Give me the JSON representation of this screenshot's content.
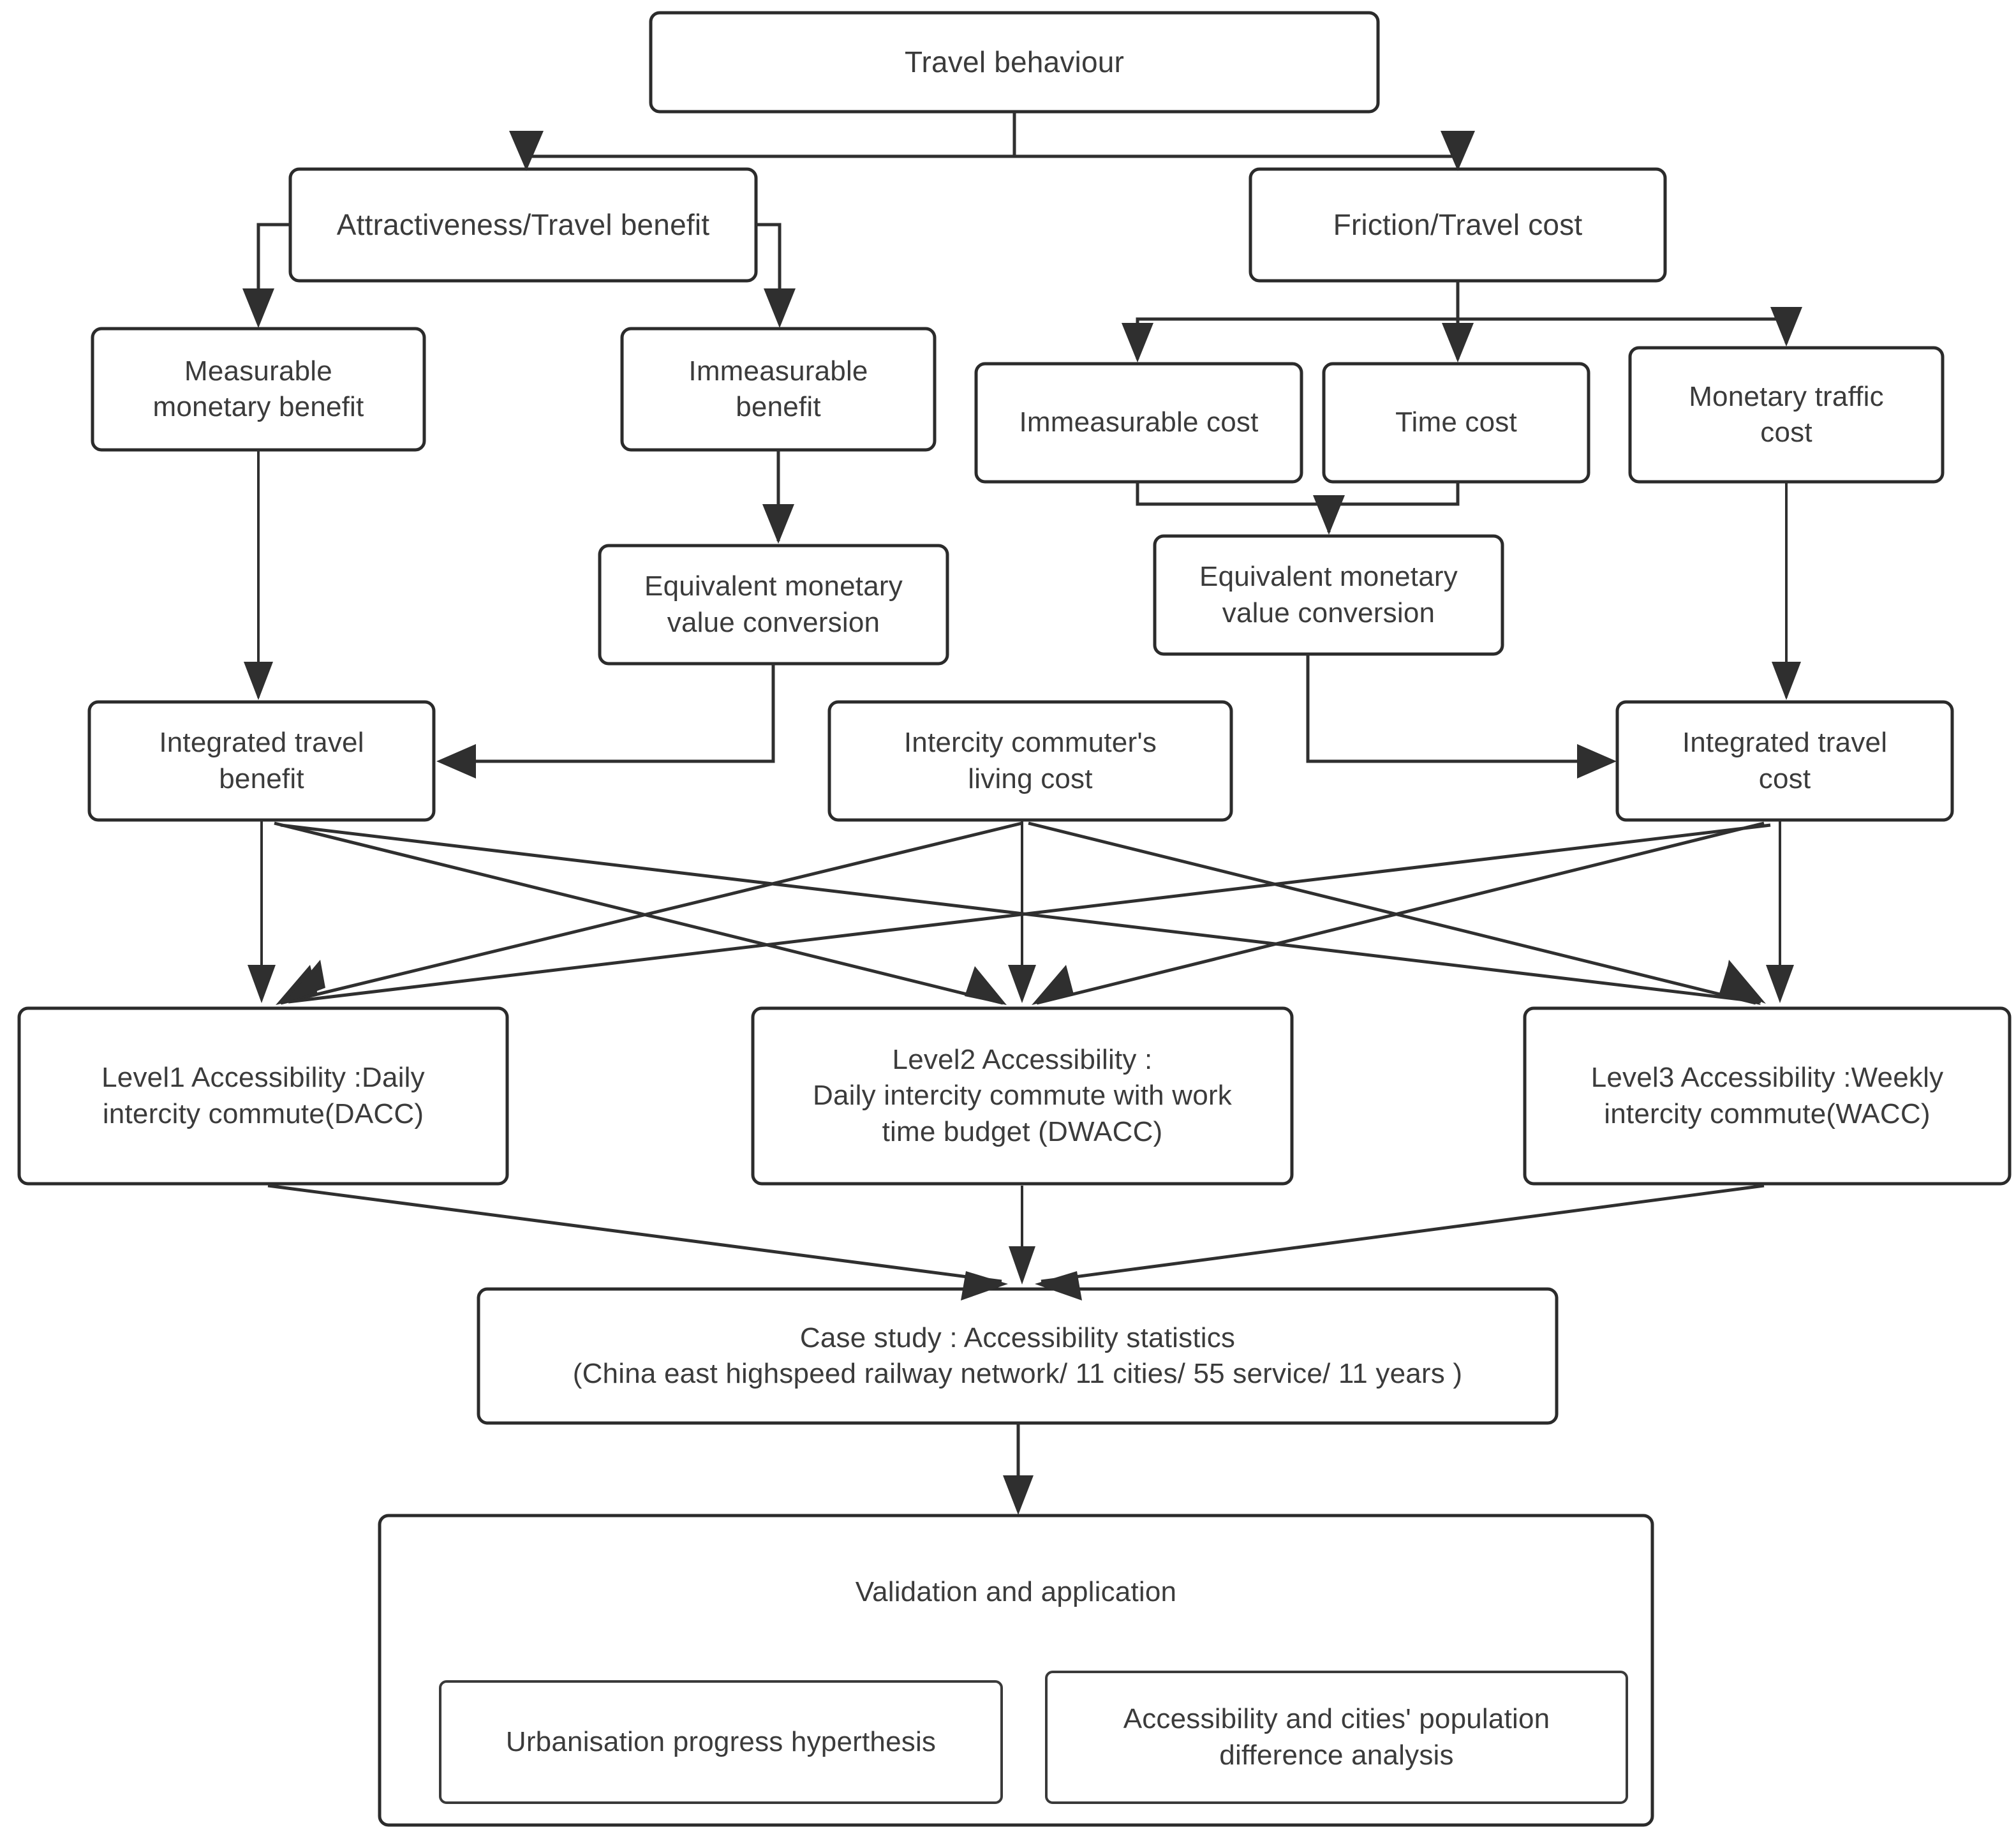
{
  "diagram": {
    "title": "Travel behaviour accessibility framework flowchart",
    "type": "flowchart",
    "colors": {
      "box_stroke": "#2b2b2b",
      "box_fill": "#ffffff",
      "edge": "#2f2f2f",
      "text": "#3b3b3b",
      "background": "#ffffff"
    },
    "nodes": {
      "travel_behaviour": "Travel behaviour",
      "attractiveness": "Attractiveness/Travel benefit",
      "friction": "Friction/Travel cost",
      "measurable_monetary_benefit": "Measurable\nmonetary benefit",
      "immeasurable_benefit": "Immeasurable\nbenefit",
      "immeasurable_cost": "Immeasurable cost",
      "time_cost": "Time cost",
      "monetary_traffic_cost": "Monetary traffic\ncost",
      "equivalent_conversion_left": "Equivalent monetary\nvalue conversion",
      "equivalent_conversion_right": "Equivalent monetary\nvalue conversion",
      "integrated_travel_benefit": "Integrated travel\nbenefit",
      "intercity_living_cost": "Intercity commuter's\nliving cost",
      "integrated_travel_cost": "Integrated travel\ncost",
      "level1": "Level1 Accessibility :Daily\nintercity commute(DACC)",
      "level2": "Level2 Accessibility :\nDaily intercity commute with work\ntime budget (DWACC)",
      "level3": "Level3 Accessibility :Weekly\nintercity commute(WACC)",
      "case_study": "Case study : Accessibility statistics\n(China east highspeed railway network/ 11 cities/ 55 service/ 11 years )",
      "validation": "Validation and application",
      "urbanisation": "Urbanisation progress hyperthesis",
      "population_analysis": "Accessibility and cities' population\ndifference analysis"
    },
    "edges": [
      {
        "from": "travel_behaviour",
        "to": "attractiveness"
      },
      {
        "from": "travel_behaviour",
        "to": "friction"
      },
      {
        "from": "attractiveness",
        "to": "measurable_monetary_benefit"
      },
      {
        "from": "attractiveness",
        "to": "immeasurable_benefit"
      },
      {
        "from": "friction",
        "to": "immeasurable_cost"
      },
      {
        "from": "friction",
        "to": "time_cost"
      },
      {
        "from": "friction",
        "to": "monetary_traffic_cost"
      },
      {
        "from": "immeasurable_benefit",
        "to": "equivalent_conversion_left"
      },
      {
        "from": "immeasurable_cost",
        "to": "equivalent_conversion_right"
      },
      {
        "from": "time_cost",
        "to": "equivalent_conversion_right"
      },
      {
        "from": "measurable_monetary_benefit",
        "to": "integrated_travel_benefit"
      },
      {
        "from": "equivalent_conversion_left",
        "to": "integrated_travel_benefit"
      },
      {
        "from": "equivalent_conversion_right",
        "to": "integrated_travel_cost"
      },
      {
        "from": "monetary_traffic_cost",
        "to": "integrated_travel_cost"
      },
      {
        "from": "integrated_travel_benefit",
        "to": "level1"
      },
      {
        "from": "integrated_travel_benefit",
        "to": "level2"
      },
      {
        "from": "integrated_travel_benefit",
        "to": "level3"
      },
      {
        "from": "intercity_living_cost",
        "to": "level1"
      },
      {
        "from": "intercity_living_cost",
        "to": "level2"
      },
      {
        "from": "intercity_living_cost",
        "to": "level3"
      },
      {
        "from": "integrated_travel_cost",
        "to": "level1"
      },
      {
        "from": "integrated_travel_cost",
        "to": "level2"
      },
      {
        "from": "integrated_travel_cost",
        "to": "level3"
      },
      {
        "from": "level1",
        "to": "case_study"
      },
      {
        "from": "level2",
        "to": "case_study"
      },
      {
        "from": "level3",
        "to": "case_study"
      },
      {
        "from": "case_study",
        "to": "validation"
      }
    ]
  }
}
